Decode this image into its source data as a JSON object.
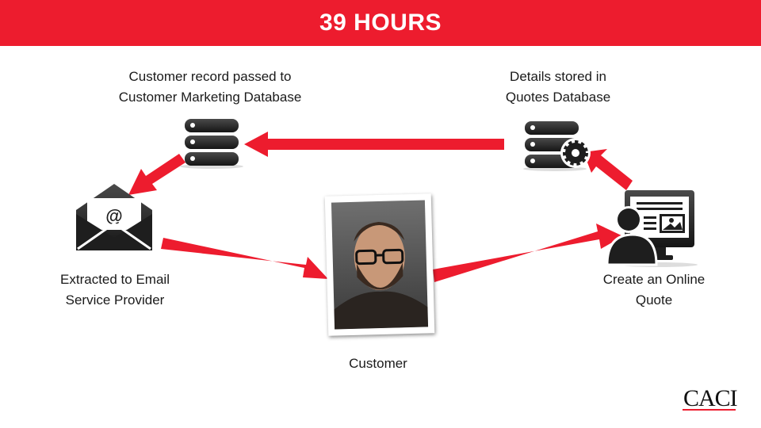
{
  "header": {
    "title": "39 HOURS"
  },
  "nodes": {
    "marketing_db": {
      "line1": "Customer record passed to",
      "line2": "Customer Marketing Database",
      "icon": "database-icon"
    },
    "quotes_db": {
      "line1": "Details stored in",
      "line2": "Quotes Database",
      "icon": "database-gear-icon"
    },
    "email": {
      "line1": "Extracted to Email",
      "line2": "Service Provider",
      "icon": "envelope-at-icon"
    },
    "online_quote": {
      "line1": "Create an Online",
      "line2": "Quote",
      "icon": "person-monitor-icon"
    },
    "customer": {
      "label": "Customer",
      "icon": "customer-photo"
    }
  },
  "logo": {
    "text": "CACI"
  },
  "colors": {
    "accent": "#ED1C2E",
    "icon": "#1e1e1e"
  }
}
